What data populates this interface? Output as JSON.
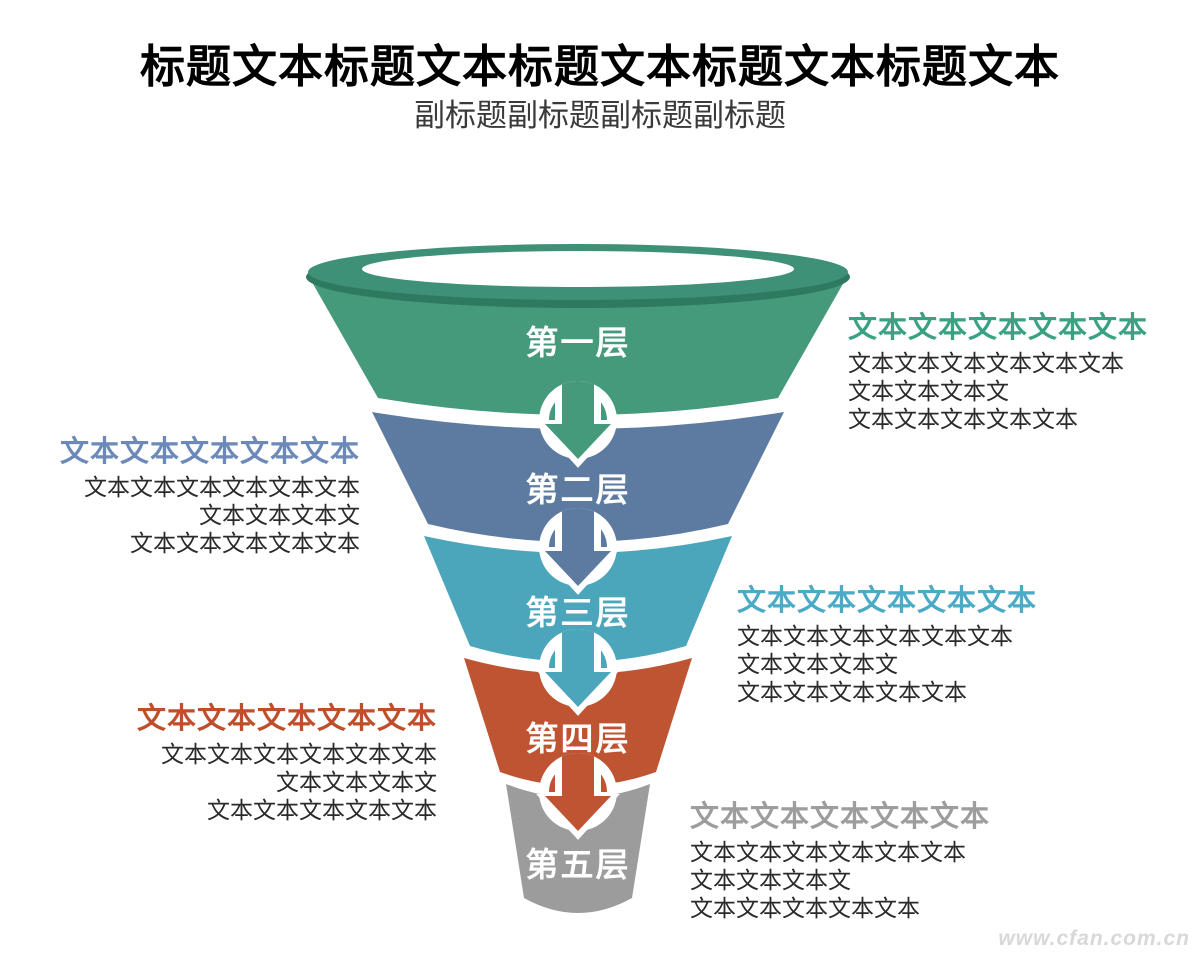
{
  "header": {
    "title": "标题文本标题文本标题文本标题文本标题文本",
    "subtitle": "副标题副标题副标题副标题"
  },
  "funnel": {
    "rim": {
      "top_color": "#3E9077",
      "shadow_color": "#2E7A61",
      "inner_color": "#FFFFFF"
    },
    "layers": [
      {
        "label": "第一层",
        "color": "#469A7C",
        "heading_color": "#3BA183",
        "annotation": {
          "side": "right",
          "heading": "文本文本文本文本文本",
          "lines": [
            "文本文本文本文本文本文本",
            "文本文本文本文",
            "文本文本文本文本文本"
          ]
        }
      },
      {
        "label": "第二层",
        "color": "#5D7BA1",
        "heading_color": "#6D89B8",
        "annotation": {
          "side": "left",
          "heading": "文本文本文本文本文本",
          "lines": [
            "文本文本文本文本文本文本",
            "文本文本文本文",
            "文本文本文本文本文本"
          ]
        }
      },
      {
        "label": "第三层",
        "color": "#4BA6BC",
        "heading_color": "#4BAAC6",
        "annotation": {
          "side": "right",
          "heading": "文本文本文本文本文本",
          "lines": [
            "文本文本文本文本文本文本",
            "文本文本文本文",
            "文本文本文本文本文本"
          ]
        }
      },
      {
        "label": "第四层",
        "color": "#BF5433",
        "heading_color": "#BF4F2B",
        "annotation": {
          "side": "left",
          "heading": "文本文本文本文本文本",
          "lines": [
            "文本文本文本文本文本文本",
            "文本文本文本文",
            "文本文本文本文本文本"
          ]
        }
      },
      {
        "label": "第五层",
        "color": "#9C9C9C",
        "heading_color": "#9D9D9D",
        "annotation": {
          "side": "right",
          "heading": "文本文本文本文本文本",
          "lines": [
            "文本文本文本文本文本文本",
            "文本文本文本文",
            "文本文本文本文本文本"
          ]
        }
      }
    ]
  },
  "watermark": "www.cfan.com.cn"
}
